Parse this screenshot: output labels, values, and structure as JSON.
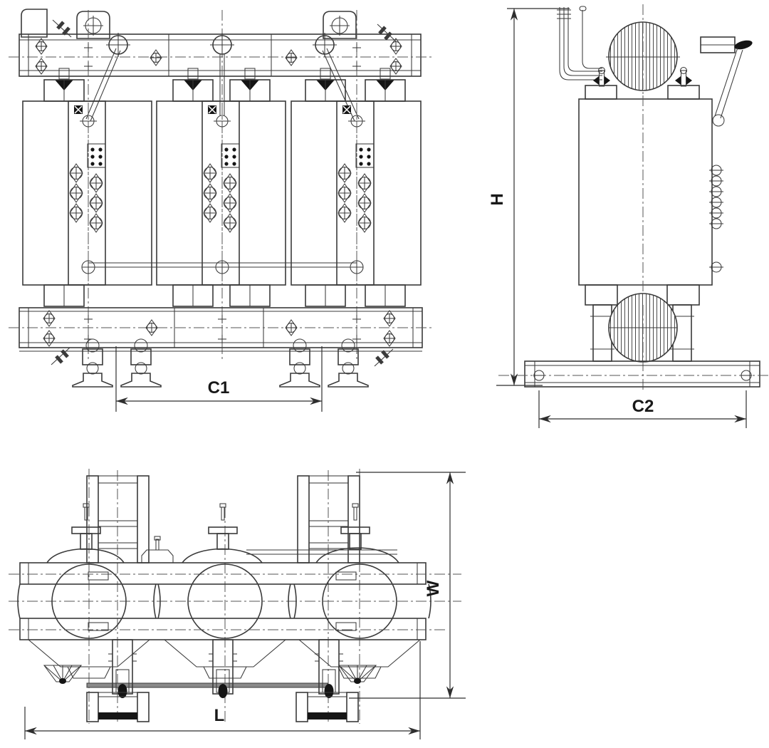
{
  "views": {
    "front": {
      "dim_c1": "C1"
    },
    "side": {
      "dim_h": "H",
      "dim_c2": "C2"
    },
    "plan": {
      "dim_w": "W",
      "dim_l": "L"
    }
  },
  "colors": {
    "line": "#3a3a3a",
    "dark_fill": "#151515",
    "hatch": "#4a4a4a",
    "tie_bar": "#8a8a8a",
    "background": "#ffffff"
  }
}
